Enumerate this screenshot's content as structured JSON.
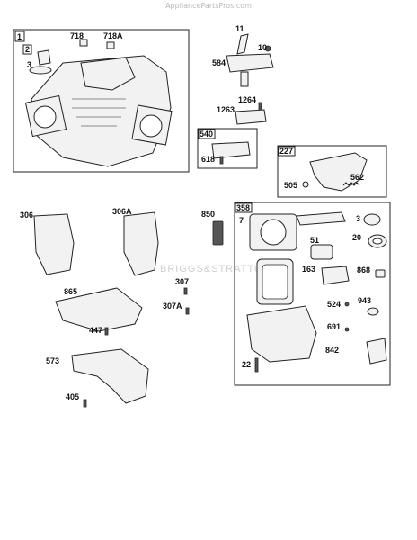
{
  "header": {
    "site_watermark": "AppliancePartsPros.com"
  },
  "diagram": {
    "groups": {
      "g1": "1",
      "g2": "2",
      "g540": "540",
      "g227": "227",
      "g358": "358"
    },
    "labels": {
      "l718": "718",
      "l718A": "718A",
      "l3a": "3",
      "l11": "11",
      "l10": "10",
      "l584": "584",
      "l1264": "1264",
      "l1263": "1263",
      "l618": "618",
      "l505": "505",
      "l562": "562",
      "l306": "306",
      "l306A": "306A",
      "l850": "850",
      "l7": "7",
      "l3b": "3",
      "l20": "20",
      "l51": "51",
      "l163": "163",
      "l868": "868",
      "l307": "307",
      "l307A": "307A",
      "l524": "524",
      "l943": "943",
      "l865": "865",
      "l447": "447",
      "l691": "691",
      "l842": "842",
      "l22": "22",
      "l573": "573",
      "l405": "405"
    },
    "center_watermark": "BRIGGS&STRATTON"
  }
}
